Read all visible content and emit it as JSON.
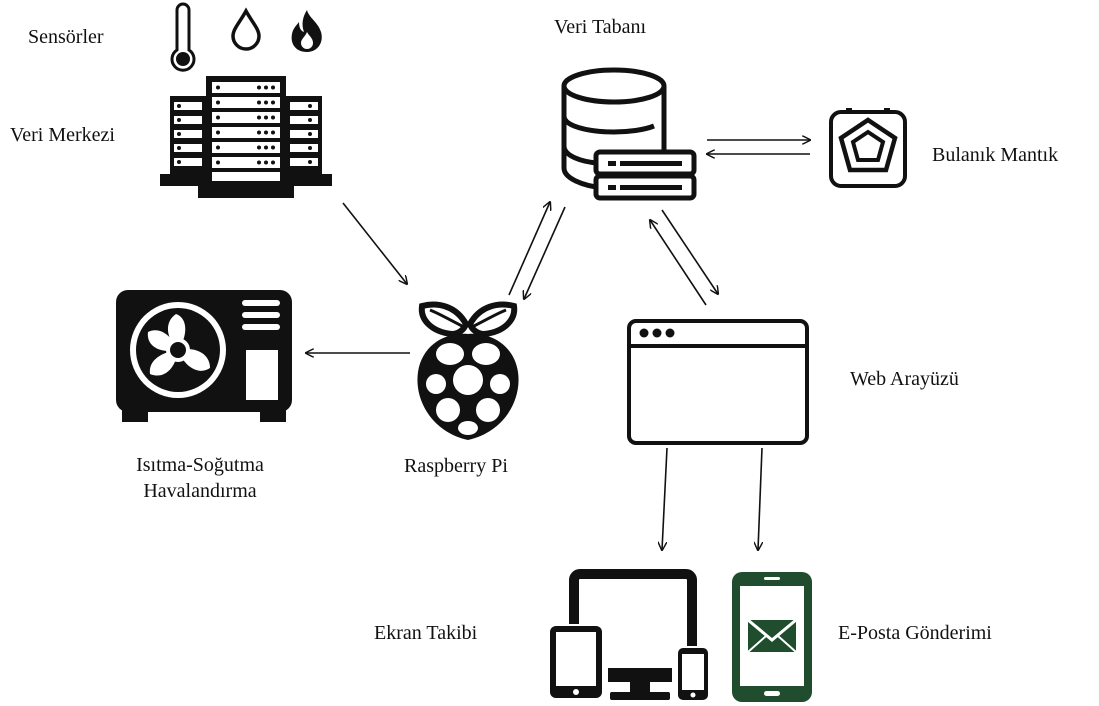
{
  "labels": {
    "sensors": "Sensörler",
    "data_center": "Veri Merkezi",
    "database": "Veri Tabanı",
    "fuzzy_logic": "Bulanık Mantık",
    "hvac_line1": "Isıtma-Soğutma",
    "hvac_line2": "Havalandırma",
    "raspberry_pi": "Raspberry Pi",
    "web_interface": "Web Arayüzü",
    "screen_tracking": "Ekran Takibi",
    "email_sending": "E-Posta Gönderimi"
  },
  "icons": {
    "sensors": [
      "thermometer-icon",
      "water-drop-icon",
      "fire-icon"
    ],
    "data_center": "server-rack-icon",
    "database": "database-icon",
    "fuzzy_logic": "fuzzy-logic-icon",
    "hvac": "air-conditioner-icon",
    "raspberry_pi": "raspberry-pi-icon",
    "web_interface": "browser-window-icon",
    "screen_tracking": "multi-device-icon",
    "email_sending": "mobile-email-icon"
  },
  "colors": {
    "ink": "#111111",
    "email_phone": "#1f4d2e"
  }
}
